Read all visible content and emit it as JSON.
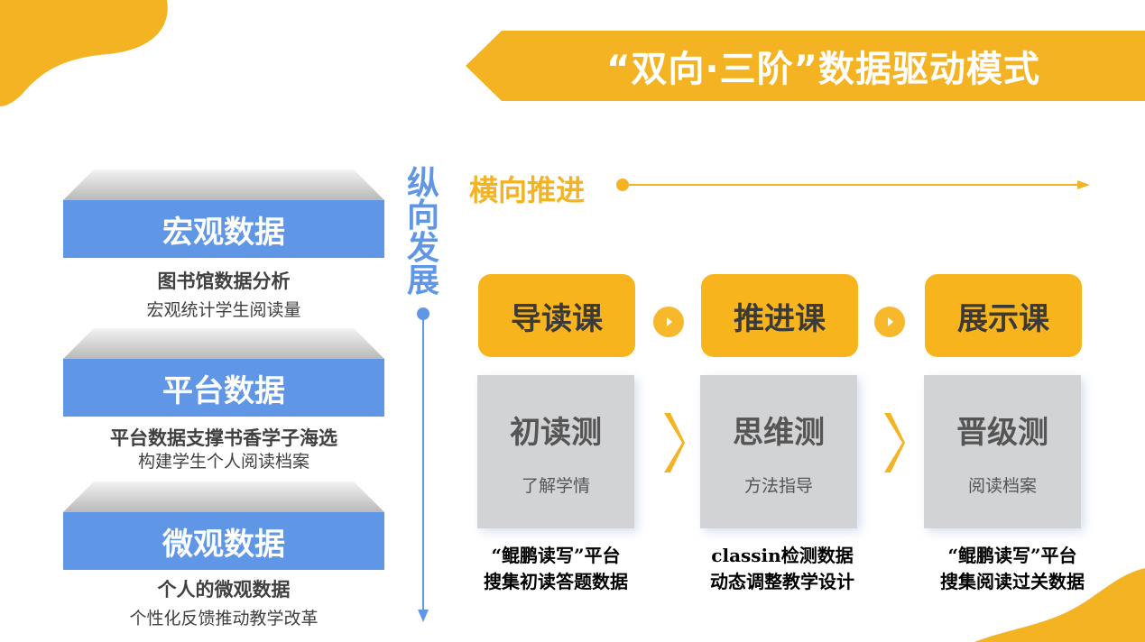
{
  "title": "“双向·三阶”数据驱动模式",
  "vertical_axis_label": [
    "纵",
    "向",
    "发",
    "展"
  ],
  "horizontal_axis_label": "横向推进",
  "data_levels": [
    {
      "name": "宏观数据",
      "line1": "图书馆数据分析",
      "line2": "宏观统计学生阅读量"
    },
    {
      "name": "平台数据",
      "line1": "平台数据支撑书香学子海选",
      "line2": "构建学生个人阅读档案"
    },
    {
      "name": "微观数据",
      "line1": "个人的微观数据",
      "line2": "个性化反馈推动教学改革"
    }
  ],
  "stages": [
    {
      "course": "导读课",
      "test": "初读测",
      "test_sub": "了解学情",
      "caption": [
        "“鲲鹏读写”平台",
        "搜集初读答题数据"
      ]
    },
    {
      "course": "推进课",
      "test": "思维测",
      "test_sub": "方法指导",
      "caption": [
        "classin检测数据",
        "动态调整教学设计"
      ]
    },
    {
      "course": "展示课",
      "test": "晋级测",
      "test_sub": "阅读档案",
      "caption": [
        "“鲲鹏读写”平台",
        "搜集阅读过关数据"
      ]
    }
  ],
  "colors": {
    "accent_yellow": "#f4b323",
    "accent_blue": "#5f96e6",
    "card_gray": "#d2d3d5"
  }
}
